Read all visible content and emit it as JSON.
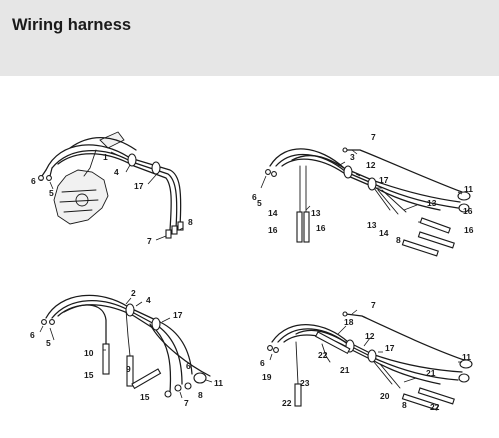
{
  "header": {
    "title": "Wiring harness"
  },
  "diagram": {
    "callouts": [
      "1",
      "4",
      "6",
      "5",
      "17",
      "8",
      "7",
      "7",
      "3",
      "12",
      "6",
      "5",
      "17",
      "11",
      "13",
      "16",
      "14",
      "13",
      "16",
      "13",
      "14",
      "8",
      "16",
      "16",
      "2",
      "4",
      "6",
      "5",
      "17",
      "10",
      "15",
      "9",
      "6",
      "8",
      "7",
      "11",
      "15",
      "7",
      "18",
      "12",
      "6",
      "17",
      "22",
      "19",
      "23",
      "21",
      "11",
      "21",
      "20",
      "22",
      "8",
      "22"
    ]
  }
}
